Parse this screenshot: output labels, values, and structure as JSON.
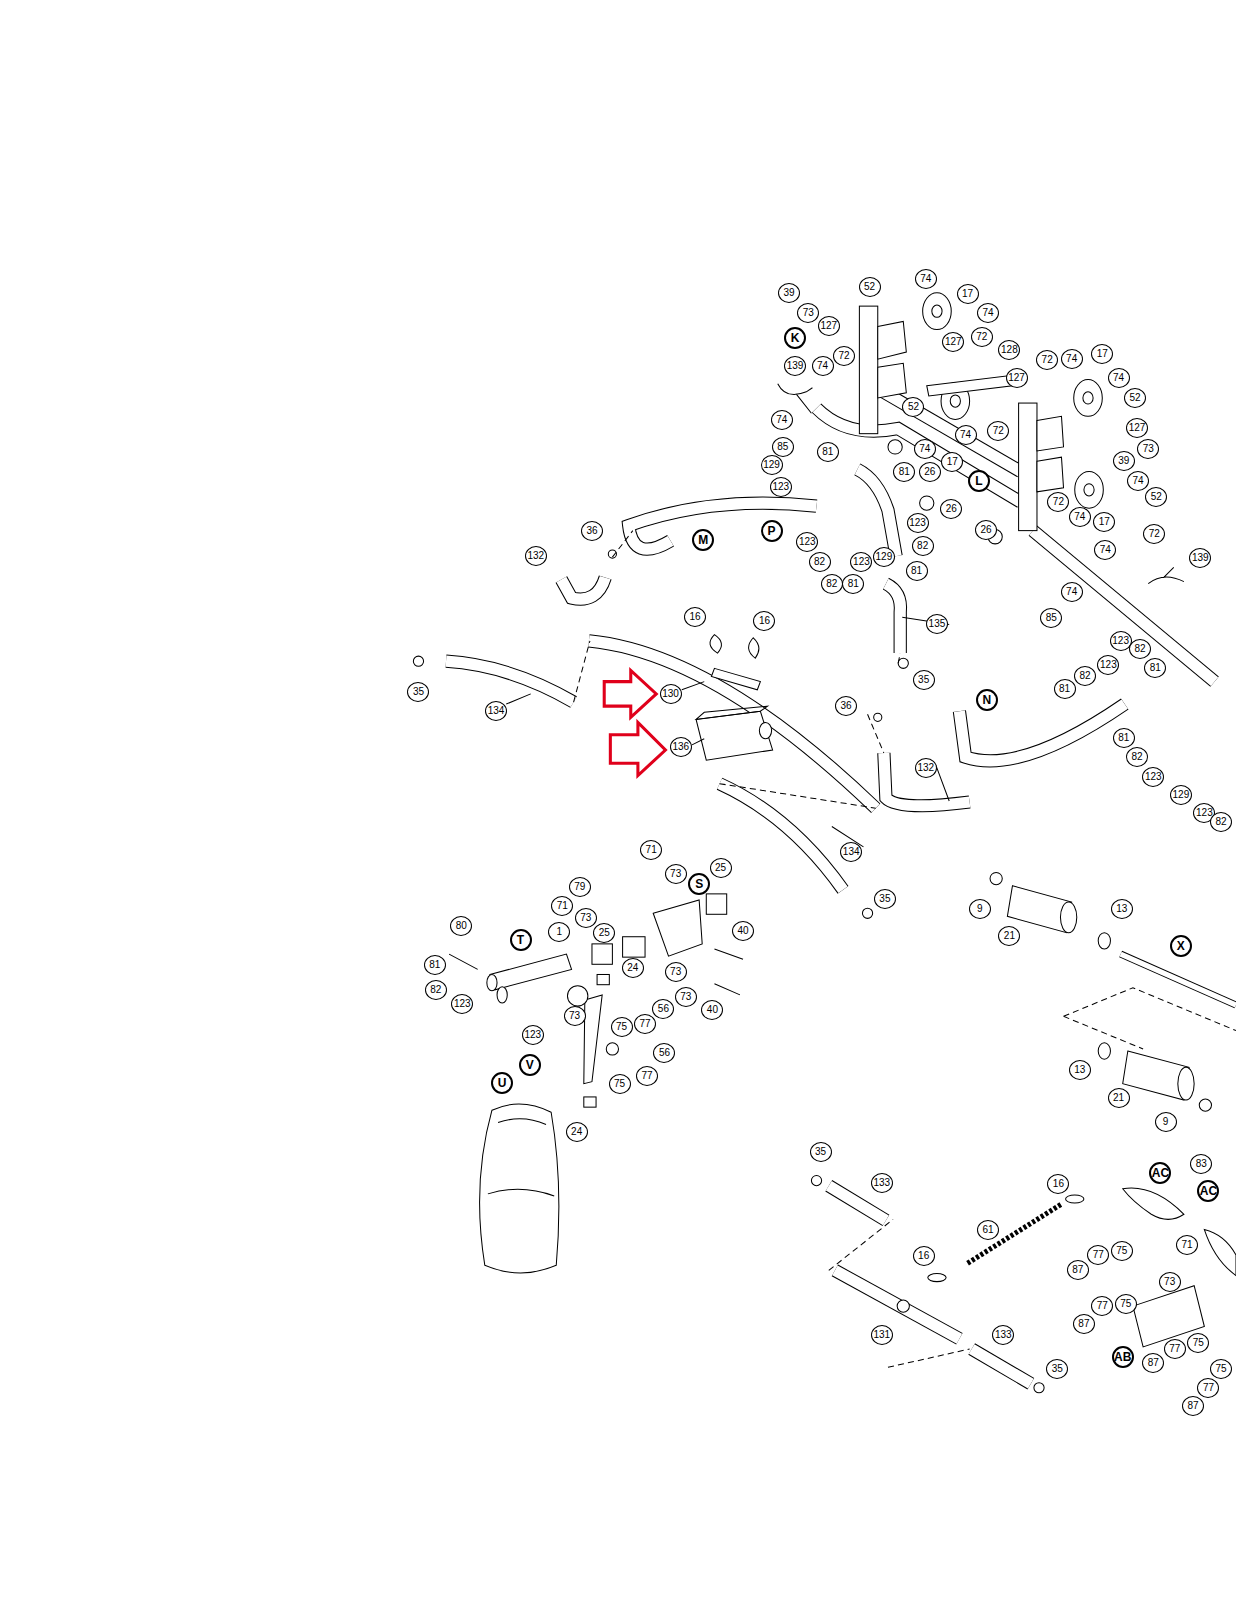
{
  "diagram": {
    "labels": [
      "39",
      "52",
      "74",
      "17",
      "73",
      "127",
      "74",
      "K",
      "127",
      "72",
      "128",
      "72",
      "74",
      "17",
      "139",
      "74",
      "72",
      "127",
      "74",
      "52",
      "52",
      "74",
      "127",
      "74",
      "73",
      "17",
      "74",
      "72",
      "85",
      "81",
      "39",
      "129",
      "81",
      "26",
      "L",
      "74",
      "123",
      "52",
      "72",
      "74",
      "17",
      "26",
      "26",
      "P",
      "123",
      "123",
      "82",
      "M",
      "36",
      "132",
      "72",
      "74",
      "139",
      "82",
      "123",
      "129",
      "81",
      "82",
      "81",
      "74",
      "85",
      "16",
      "16",
      "135",
      "35",
      "123",
      "82",
      "123",
      "81",
      "82",
      "81",
      "N",
      "130",
      "35",
      "134",
      "36",
      "81",
      "136",
      "132",
      "82",
      "123",
      "129",
      "123",
      "82",
      "134",
      "35",
      "71",
      "73",
      "S",
      "25",
      "79",
      "71",
      "73",
      "40",
      "1",
      "25",
      "T",
      "80",
      "81",
      "82",
      "123",
      "24",
      "73",
      "73",
      "40",
      "73",
      "56",
      "75",
      "77",
      "123",
      "V",
      "56",
      "77",
      "75",
      "U",
      "24",
      "9",
      "21",
      "13",
      "X",
      "13",
      "21",
      "9",
      "35",
      "133",
      "16",
      "AC",
      "83",
      "AC",
      "61",
      "16",
      "71",
      "77",
      "75",
      "87",
      "73",
      "77",
      "75",
      "87",
      "131",
      "133",
      "AB",
      "77",
      "75",
      "87",
      "75",
      "77",
      "87",
      "35"
    ]
  }
}
